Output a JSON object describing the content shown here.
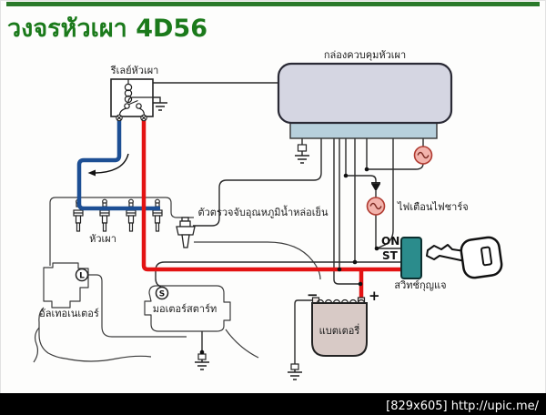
{
  "page": {
    "title": "วงจรหัวเผา 4D56",
    "footer": "[829x605] http://upic.me/"
  },
  "diagram": {
    "labels": {
      "relay": "รีเลย์หัวเผา",
      "control_box": "กล่องควบคุมหัวเผา",
      "glow_plugs": "หัวเผา",
      "coolant_sensor": "ตัวตรวจจับอุณหภูมิน้ำหล่อเย็น",
      "charge_warning_lamp": "ไฟเตือนไฟชาร์จ",
      "ignition_switch": "สวิทช์กุญแจ",
      "battery": "แบตเตอรี่",
      "alternator": "อัลเทอเนเตอร์",
      "starter_motor": "มอเตอร์สตาร์ท",
      "on": "ON",
      "st": "ST",
      "plus": "+",
      "minus": "−",
      "l_terminal": "L",
      "s_terminal": "S"
    },
    "colors": {
      "title_green": "#1b7a1b",
      "topbar_green": "#2a7a2a",
      "wire_red": "#e31313",
      "wire_blue": "#1d4f94",
      "wire_black": "#2a2a2a",
      "control_box_fill": "#d5d6e2",
      "connector_fill": "#b7d0dc",
      "switch_teal": "#2b8c8c",
      "battery_fill": "#d8cac6",
      "lamp_fill": "#f2b3ac",
      "lamp_stroke": "#b03a30",
      "footer_bg": "#000000",
      "footer_text": "#ffffff"
    }
  }
}
